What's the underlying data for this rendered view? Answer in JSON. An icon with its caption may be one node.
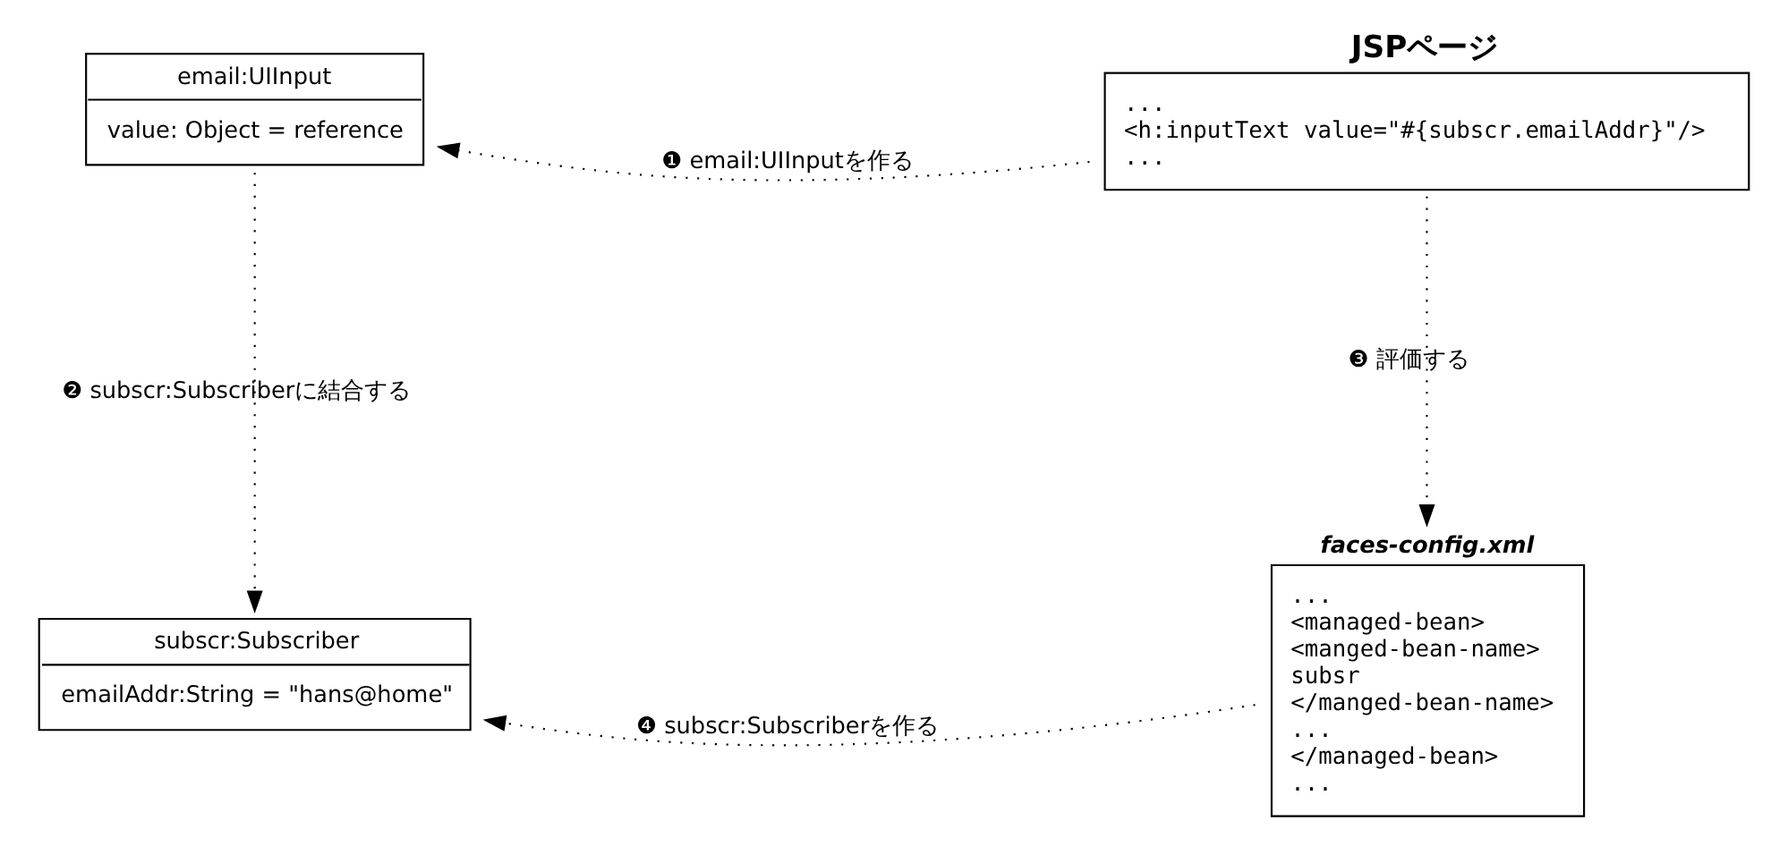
{
  "diagram": {
    "nodes": [
      {
        "text": [
          "email:UIInput",
          "value: Object = reference"
        ]
      },
      {
        "text": [
          "JSPページ",
          "...",
          "<h:inputText value=\"#{subscr.emailAddr}\"/>",
          "..."
        ]
      },
      {
        "text": [
          "subscr:Subscriber",
          "emailAddr:String = \"hans@home\""
        ]
      },
      {
        "text": [
          "faces-config.xml",
          "...",
          "<managed-bean>",
          "<manged-bean-name>",
          "subsr",
          "</manged-bean-name>",
          "...",
          "</managed-bean>",
          "..."
        ]
      }
    ],
    "edges": [
      {
        "from": 1,
        "to": 0,
        "arrow": "to",
        "label": "❶ email:UIInputを作る",
        "style": "dashed"
      },
      {
        "from": 0,
        "to": 2,
        "arrow": "to",
        "label": "❷ subscr:Subscriberに結合する",
        "style": "dashed"
      },
      {
        "from": 1,
        "to": 3,
        "arrow": "to",
        "label": "❸ 評価する",
        "style": "dashed"
      },
      {
        "from": 3,
        "to": 2,
        "arrow": "to",
        "label": "❹ subscr:Subscriberを作る",
        "style": "dashed"
      }
    ]
  }
}
